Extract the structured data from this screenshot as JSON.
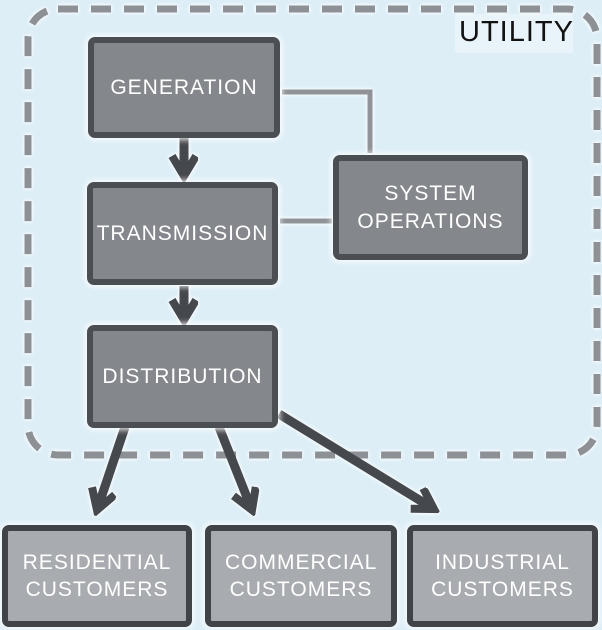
{
  "container": {
    "label": "UTILITY"
  },
  "nodes": {
    "generation": {
      "label": "GENERATION"
    },
    "transmission": {
      "label": "TRANSMISSION"
    },
    "distribution": {
      "label": "DISTRIBUTION"
    },
    "system_operations": {
      "label": "SYSTEM OPERATIONS"
    },
    "residential_customers": {
      "label": "RESIDENTIAL CUSTOMERS"
    },
    "commercial_customers": {
      "label": "COMMERCIAL CUSTOMERS"
    },
    "industrial_customers": {
      "label": "INDUSTRIAL CUSTOMERS"
    }
  },
  "edges": [
    {
      "from": "generation",
      "to": "transmission",
      "type": "arrow"
    },
    {
      "from": "transmission",
      "to": "distribution",
      "type": "arrow"
    },
    {
      "from": "generation",
      "to": "system_operations",
      "type": "line"
    },
    {
      "from": "transmission",
      "to": "system_operations",
      "type": "line"
    },
    {
      "from": "distribution",
      "to": "residential_customers",
      "type": "arrow"
    },
    {
      "from": "distribution",
      "to": "commercial_customers",
      "type": "arrow"
    },
    {
      "from": "distribution",
      "to": "industrial_customers",
      "type": "arrow"
    }
  ],
  "colors": {
    "background": "#ddeef7",
    "utility_box_fill": "#84888c",
    "utility_box_border": "#4b4f54",
    "customer_box_fill": "#a8abaf",
    "customer_box_border": "#404448",
    "dashed_border": "#8d9196",
    "arrow": "#45484d",
    "connector_line": "#8f9397",
    "box_text": "#ffffff",
    "utility_label_text": "#121212"
  }
}
